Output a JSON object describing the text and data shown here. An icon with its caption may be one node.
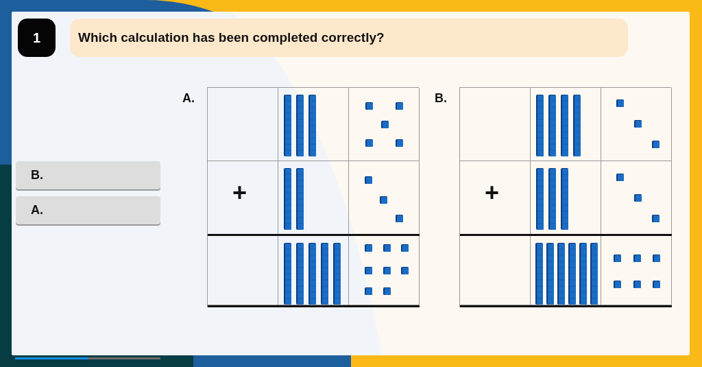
{
  "diagram": {
    "nodes": [
      {
        "text": [
          "1"
        ]
      },
      {
        "text": [
          "Which calculation has been completed correctly?"
        ]
      },
      {
        "text": [
          "B."
        ]
      },
      {
        "text": [
          "A."
        ]
      }
    ],
    "labels": [
      "A.",
      "+",
      "B.",
      "+"
    ]
  }
}
